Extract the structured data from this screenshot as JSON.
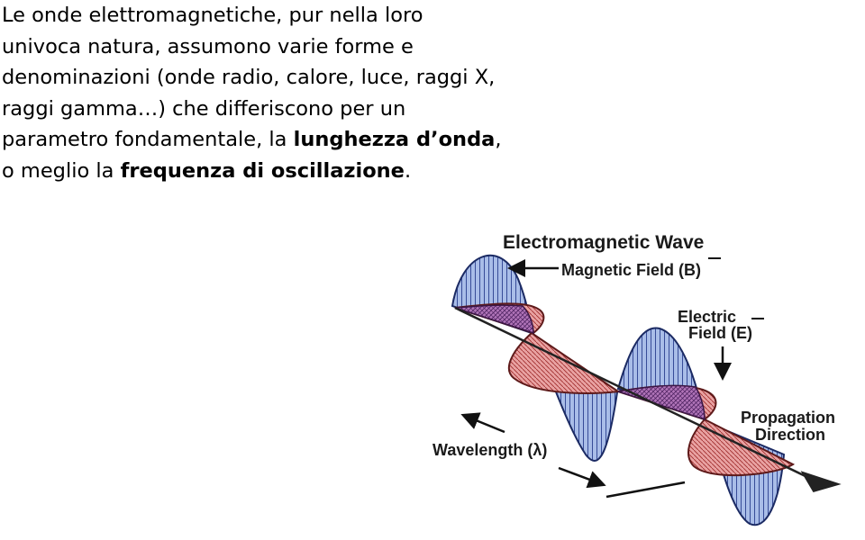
{
  "text": {
    "part1": "Le onde elettromagnetiche, pur nella loro univoca natura, assumono varie forme e denominazioni (onde radio, calore, luce, raggi X, raggi gamma…) che differiscono per un parametro fondamentale, la ",
    "bold1": "lunghezza d’onda",
    "part2": ", o meglio la ",
    "bold2": "frequenza di oscillazione",
    "part3": "."
  },
  "diagram": {
    "title": "Electromagnetic Wave",
    "magnetic_label": "Magnetic Field (B)",
    "electric_label_line1": "Electric",
    "electric_label_line2": "Field  (E)",
    "propagation_line1": "Propagation",
    "propagation_line2": "Direction",
    "wavelength_label": "Wavelength (λ)",
    "colors": {
      "magnetic": "#a9bde8",
      "magnetic_stroke": "#2a3f8f",
      "electric": "#e9a2a2",
      "electric_stroke": "#9e2a2a",
      "overlap": "#b074b8"
    }
  }
}
